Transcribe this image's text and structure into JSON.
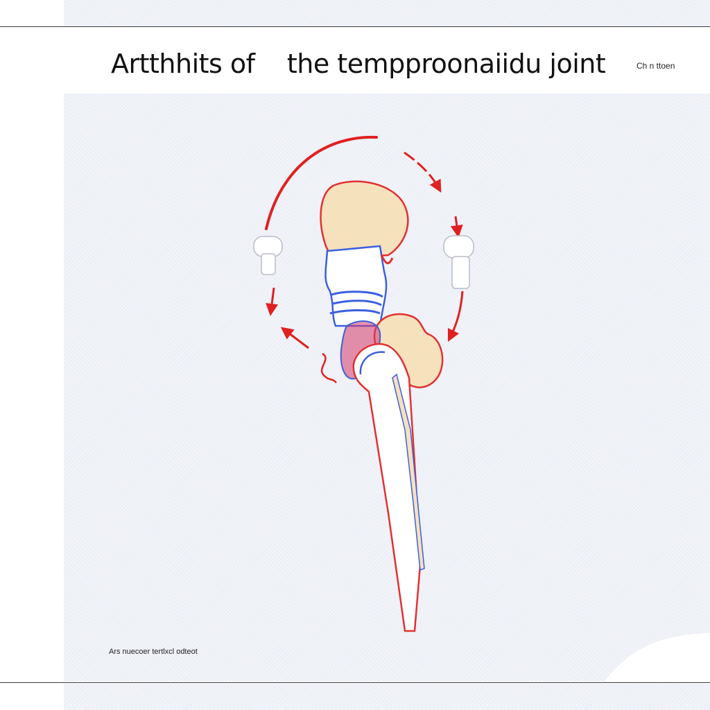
{
  "header": {
    "title": "Artthhits of    the tempproonaiidu joint",
    "corner_label": "Ch n ttoen"
  },
  "footer": {
    "caption": "Ars nuecoer tertlxcl odteot"
  },
  "colors": {
    "arrow_red": "#e02020",
    "bone_fill": "#f6e1bd",
    "bone_outline": "#e23030",
    "ligament_blue": "#3b5fe0",
    "shaft_fill": "#ffffff",
    "background_panel": "#eceff6"
  },
  "icons": {
    "left_marker": "joint-marker-icon",
    "right_marker": "joint-marker-icon"
  }
}
